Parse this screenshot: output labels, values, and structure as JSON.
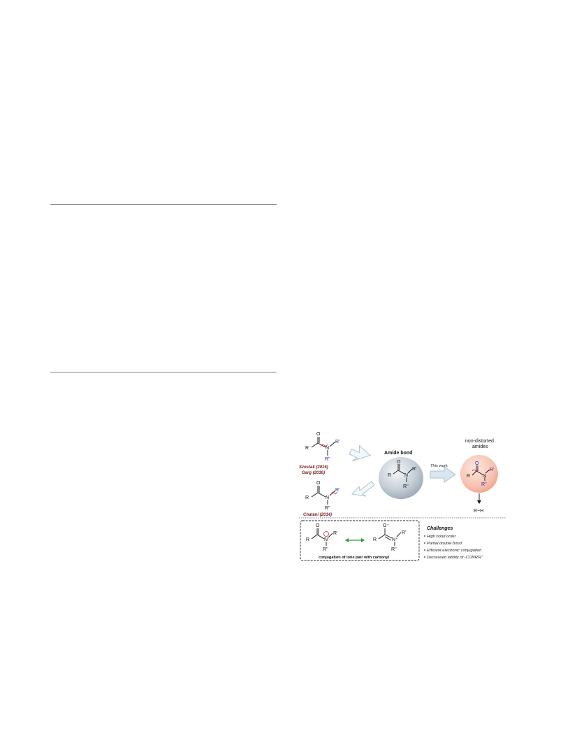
{
  "figure": {
    "center": {
      "title": "Amide bond"
    },
    "left_top": {
      "cites": [
        "Szostak (2016)",
        "Garg (2016)"
      ]
    },
    "left_bottom": {
      "cites": [
        "Chatani (2014)"
      ]
    },
    "arrow_label": "This work",
    "right": {
      "title_line1": "non-distorted",
      "title_line2": "amides",
      "product": "R−H"
    },
    "resonance_caption": "conjugation of lone pair with carbonyl",
    "challenges": {
      "title": "Challenges",
      "items": [
        "High bond order",
        "Partial double bond",
        "Efficient electronic conjugation",
        "Decreased lability of -CONR'R''"
      ]
    },
    "atoms": {
      "R": "R",
      "O": "O",
      "N": "N",
      "R1": "R'",
      "R2": "R''",
      "Ominus": "O⁻",
      "Nplus": "N⁺"
    },
    "colors": {
      "nitrogen_blue": "#1d2bb5",
      "citation_red": "#7a1a1a",
      "bond_cleavage_red": "#d8243a",
      "resonance_green": "#2ca02c",
      "arrow_blue": "#b8cfe0",
      "sphere_gray": "#c4cdd6",
      "sphere_pink": "#f7c2b0"
    }
  }
}
